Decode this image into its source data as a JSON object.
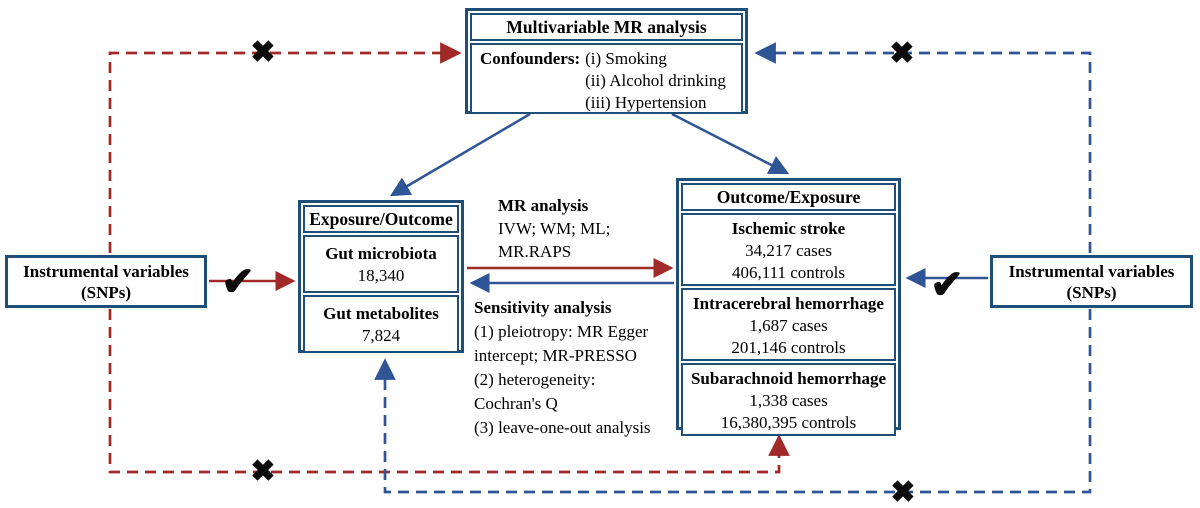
{
  "diagram": {
    "multivariable": {
      "title": "Multivariable MR analysis",
      "confounders_label": "Confounders:",
      "confounders": [
        "(i) Smoking",
        "(ii) Alcohol drinking",
        "(iii) Hypertension"
      ]
    },
    "left_iv": {
      "line1": "Instrumental variables",
      "line2": "(SNPs)"
    },
    "right_iv": {
      "line1": "Instrumental variables",
      "line2": "(SNPs)"
    },
    "exposure": {
      "title": "Exposure/Outcome",
      "sections": [
        {
          "name": "Gut microbiota",
          "value": "18,340"
        },
        {
          "name": "Gut metabolites",
          "value": "7,824"
        }
      ]
    },
    "outcome": {
      "title": "Outcome/Exposure",
      "sections": [
        {
          "name": "Ischemic stroke",
          "cases": "34,217 cases",
          "controls": "406,111 controls"
        },
        {
          "name": "Intracerebral hemorrhage",
          "cases": "1,687 cases",
          "controls": "201,146 controls"
        },
        {
          "name": "Subarachnoid hemorrhage",
          "cases": "1,338 cases",
          "controls": "16,380,395 controls"
        }
      ]
    },
    "mr_analysis": {
      "title": "MR analysis",
      "lines": [
        "IVW; WM; ML;",
        "MR.RAPS"
      ]
    },
    "sensitivity": {
      "title": "Sensitivity analysis",
      "lines": [
        "(1) pleiotropy: MR Egger",
        "intercept; MR-PRESSO",
        "(2) heterogeneity:",
        "Cochran's Q",
        "(3) leave-one-out analysis"
      ]
    },
    "icons": {
      "check": "✔",
      "cross": "✖"
    },
    "colors": {
      "box_border": "#1F4E79",
      "arrow_blue": "#2F5597",
      "arrow_red": "#A12A28",
      "text": "#000000"
    }
  }
}
